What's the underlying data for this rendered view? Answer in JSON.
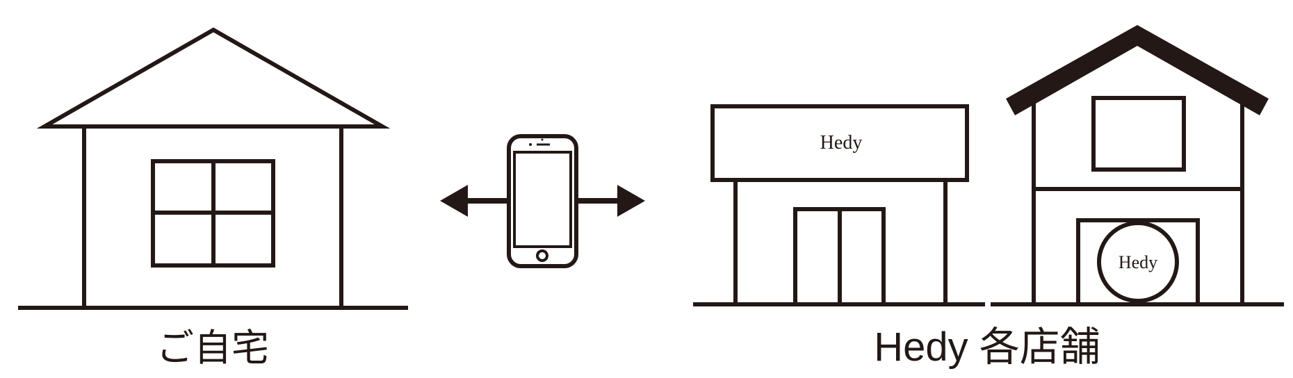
{
  "labels": {
    "home": "ご自宅",
    "stores": "Hedy 各店舗"
  },
  "store_sign": "Hedy",
  "store_badge": "Hedy",
  "colors": {
    "stroke": "#231815",
    "background": "#ffffff"
  },
  "icons": [
    "house-icon",
    "smartphone-icon",
    "arrow-left-icon",
    "arrow-right-icon",
    "storefront-icon",
    "store-building-icon"
  ]
}
